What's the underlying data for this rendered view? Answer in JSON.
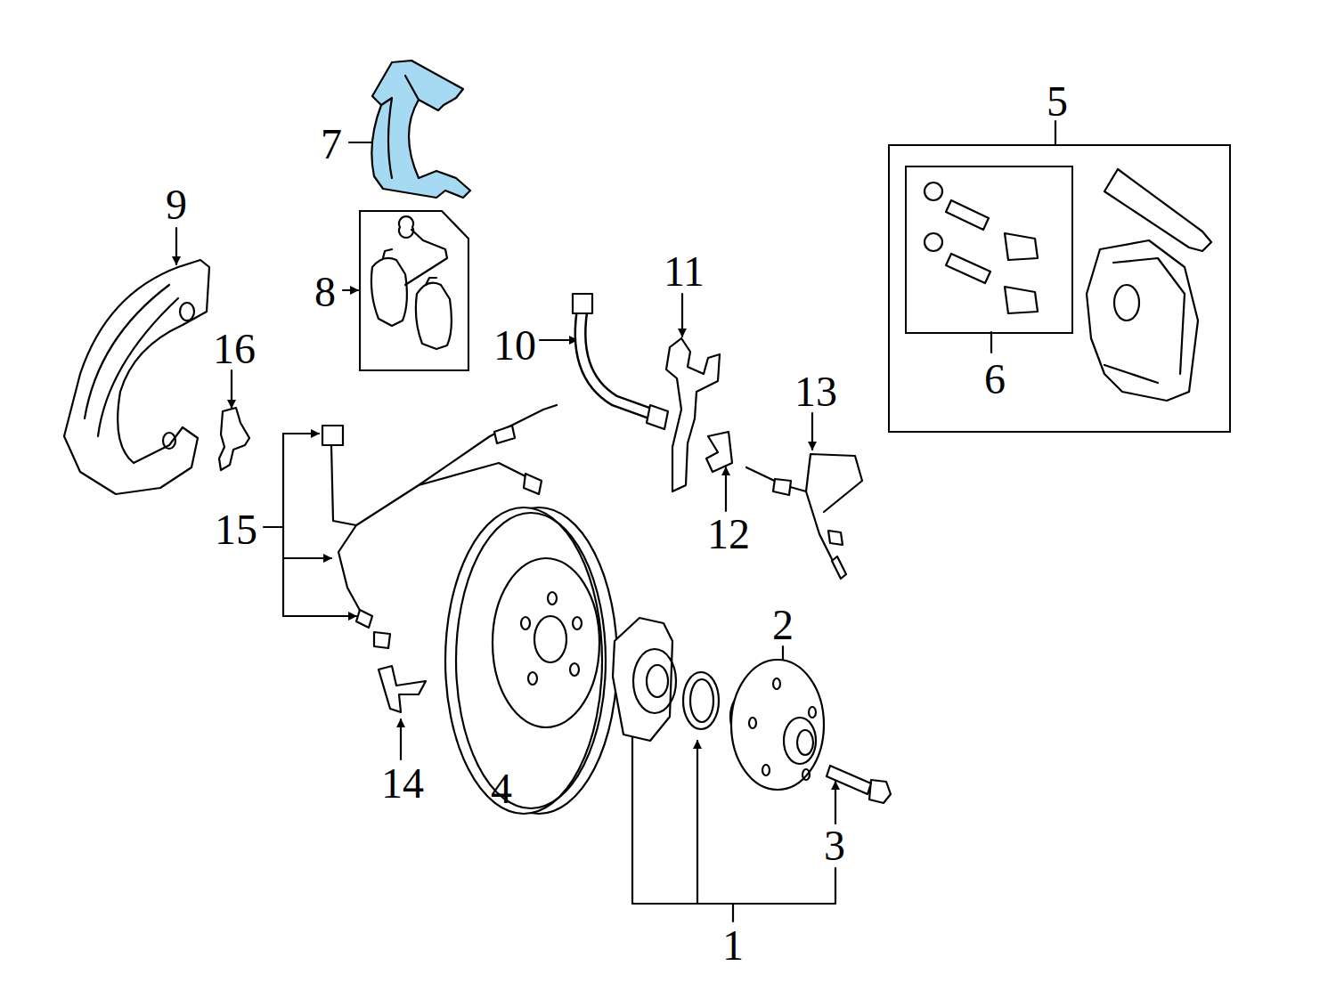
{
  "diagram": {
    "nodes": [
      {
        "text": [
          "5"
        ]
      },
      {
        "text": [
          "6"
        ],
        "in": 0
      },
      {
        "text": [
          "8"
        ]
      }
    ],
    "labels": [
      "1",
      "2",
      "3",
      "4",
      "7",
      "9",
      "10",
      "11",
      "12",
      "13",
      "14",
      "15",
      "16"
    ]
  }
}
